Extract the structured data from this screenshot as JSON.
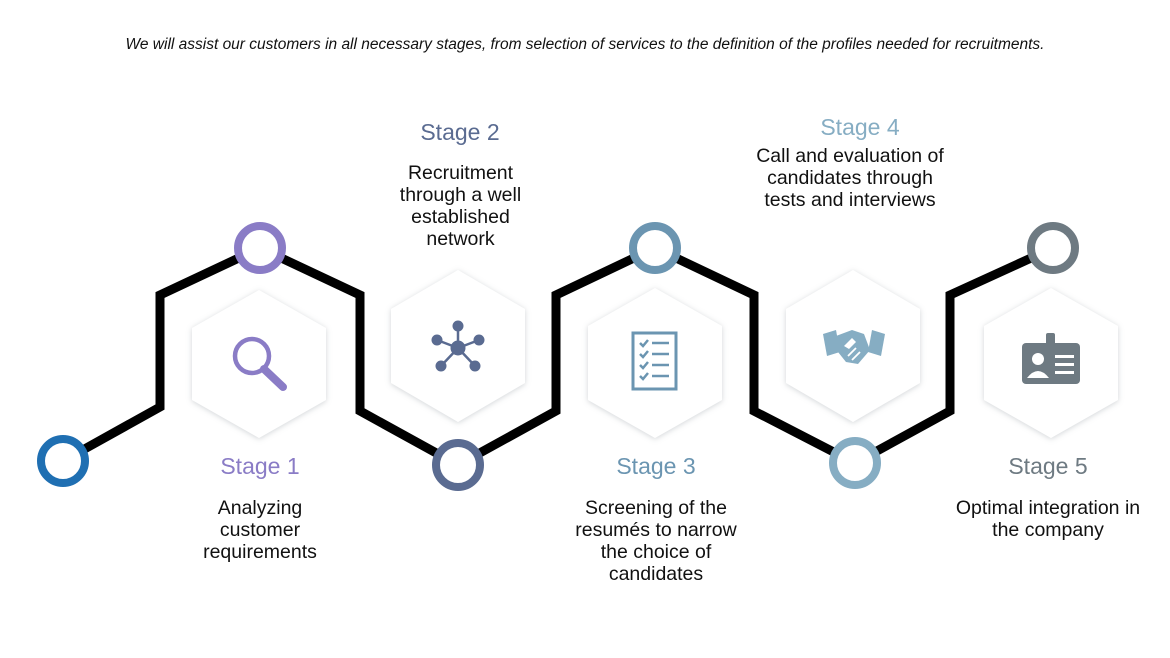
{
  "intro": "We will assist our customers in all necessary stages, from selection of services to the definition of the profiles needed for recruitments.",
  "stages": [
    {
      "title": "Stage 1",
      "desc": "Analyzing customer requirements",
      "color": "#8a7cc6",
      "icon": "magnifier-icon"
    },
    {
      "title": "Stage 2",
      "desc": "Recruitment through a well established network",
      "color": "#5a6b91",
      "icon": "network-icon"
    },
    {
      "title": "Stage 3",
      "desc": "Screening of the resumés to narrow the choice of candidates",
      "color": "#6b95b1",
      "icon": "checklist-icon"
    },
    {
      "title": "Stage 4",
      "desc": "Call and evaluation of candidates through tests and interviews",
      "color": "#86adc3",
      "icon": "handshake-icon"
    },
    {
      "title": "Stage 5",
      "desc": "Optimal integration in the company",
      "color": "#6e7a82",
      "icon": "id-badge-icon"
    }
  ],
  "colors": {
    "path": "#000000",
    "start_node": "#1f6fb2",
    "hexagon_fill": "#ffffff",
    "hexagon_shadow": "#cfd3d8"
  }
}
